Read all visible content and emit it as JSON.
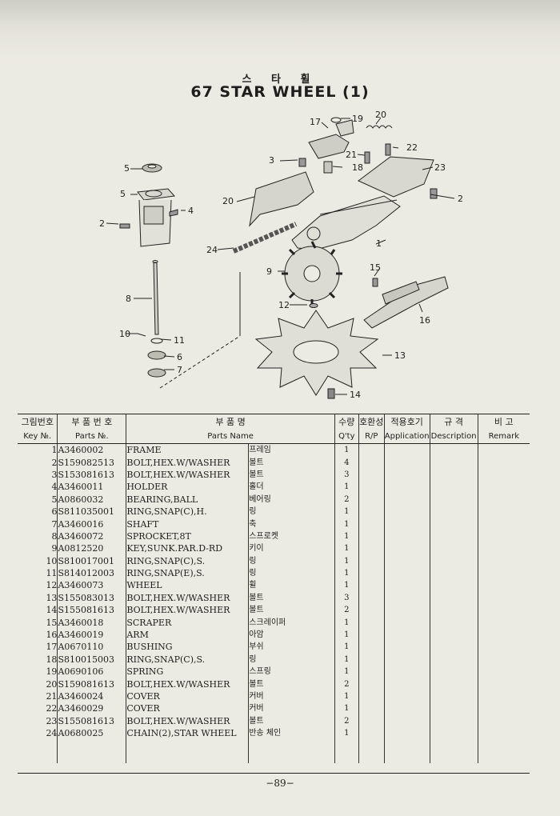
{
  "title_korean": "스 타 휠",
  "title": "67  STAR WHEEL (1)",
  "diagram_callouts": [
    "1",
    "2",
    "2",
    "3",
    "4",
    "5",
    "5",
    "6",
    "7",
    "8",
    "9",
    "10",
    "11",
    "12",
    "13",
    "14",
    "15",
    "16",
    "17",
    "18",
    "19",
    "20",
    "20",
    "21",
    "22",
    "23",
    "24"
  ],
  "table": {
    "headers_top": [
      "그림번호",
      "부 품 번 호",
      "부          품          명",
      "",
      "수량",
      "호환성",
      "적용호기",
      "규  격",
      "비          고"
    ],
    "headers_bottom": [
      "Key №.",
      "Parts №.",
      "Parts      Name",
      "",
      "Q'ty",
      "R/P",
      "Application",
      "Description",
      "Remark"
    ],
    "rows": [
      {
        "key": "1",
        "part_no": "A3460002",
        "name": "FRAME",
        "name_ko": "프레임",
        "qty": "1"
      },
      {
        "key": "2",
        "part_no": "S159082513",
        "name": "BOLT,HEX.W/WASHER",
        "name_ko": "볼트",
        "qty": "4"
      },
      {
        "key": "3",
        "part_no": "S153081613",
        "name": "BOLT,HEX.W/WASHER",
        "name_ko": "볼트",
        "qty": "3"
      },
      {
        "key": "4",
        "part_no": "A3460011",
        "name": "HOLDER",
        "name_ko": "홀더",
        "qty": "1"
      },
      {
        "key": "5",
        "part_no": "A0860032",
        "name": "BEARING,BALL",
        "name_ko": "베어링",
        "qty": "2"
      },
      {
        "key": "6",
        "part_no": "S811035001",
        "name": "RING,SNAP(C),H.",
        "name_ko": "링",
        "qty": "1"
      },
      {
        "key": "7",
        "part_no": "A3460016",
        "name": "SHAFT",
        "name_ko": "축",
        "qty": "1"
      },
      {
        "key": "8",
        "part_no": "A3460072",
        "name": "SPROCKET,8T",
        "name_ko": "스프로켓",
        "qty": "1"
      },
      {
        "key": "9",
        "part_no": "A0812520",
        "name": "KEY,SUNK.PAR.D-RD",
        "name_ko": "키이",
        "qty": "1"
      },
      {
        "key": "10",
        "part_no": "S810017001",
        "name": "RING,SNAP(C),S.",
        "name_ko": "링",
        "qty": "1"
      },
      {
        "key": "11",
        "part_no": "S814012003",
        "name": "RING,SNAP(E),S.",
        "name_ko": "링",
        "qty": "1"
      },
      {
        "key": "12",
        "part_no": "A3460073",
        "name": "WHEEL",
        "name_ko": "휠",
        "qty": "1"
      },
      {
        "key": "13",
        "part_no": "S155083013",
        "name": "BOLT,HEX.W/WASHER",
        "name_ko": "볼트",
        "qty": "3"
      },
      {
        "key": "14",
        "part_no": "S155081613",
        "name": "BOLT,HEX.W/WASHER",
        "name_ko": "볼트",
        "qty": "2"
      },
      {
        "key": "15",
        "part_no": "A3460018",
        "name": "SCRAPER",
        "name_ko": "스크레이퍼",
        "qty": "1"
      },
      {
        "key": "16",
        "part_no": "A3460019",
        "name": "ARM",
        "name_ko": "아암",
        "qty": "1"
      },
      {
        "key": "17",
        "part_no": "A0670110",
        "name": "BUSHING",
        "name_ko": "부쉬",
        "qty": "1"
      },
      {
        "key": "18",
        "part_no": "S810015003",
        "name": "RING,SNAP(C),S.",
        "name_ko": "링",
        "qty": "1"
      },
      {
        "key": "19",
        "part_no": "A0690106",
        "name": "SPRING",
        "name_ko": "스프링",
        "qty": "1"
      },
      {
        "key": "20",
        "part_no": "S159081613",
        "name": "BOLT,HEX.W/WASHER",
        "name_ko": "볼트",
        "qty": "2"
      },
      {
        "key": "21",
        "part_no": "A3460024",
        "name": "COVER",
        "name_ko": "커버",
        "qty": "1"
      },
      {
        "key": "22",
        "part_no": "A3460029",
        "name": "COVER",
        "name_ko": "커버",
        "qty": "1"
      },
      {
        "key": "23",
        "part_no": "S155081613",
        "name": "BOLT,HEX.W/WASHER",
        "name_ko": "볼트",
        "qty": "2"
      },
      {
        "key": "24",
        "part_no": "A0680025",
        "name": "CHAIN(2),STAR WHEEL",
        "name_ko": "반송 체인",
        "qty": "1"
      }
    ]
  },
  "page_number": "−89−"
}
